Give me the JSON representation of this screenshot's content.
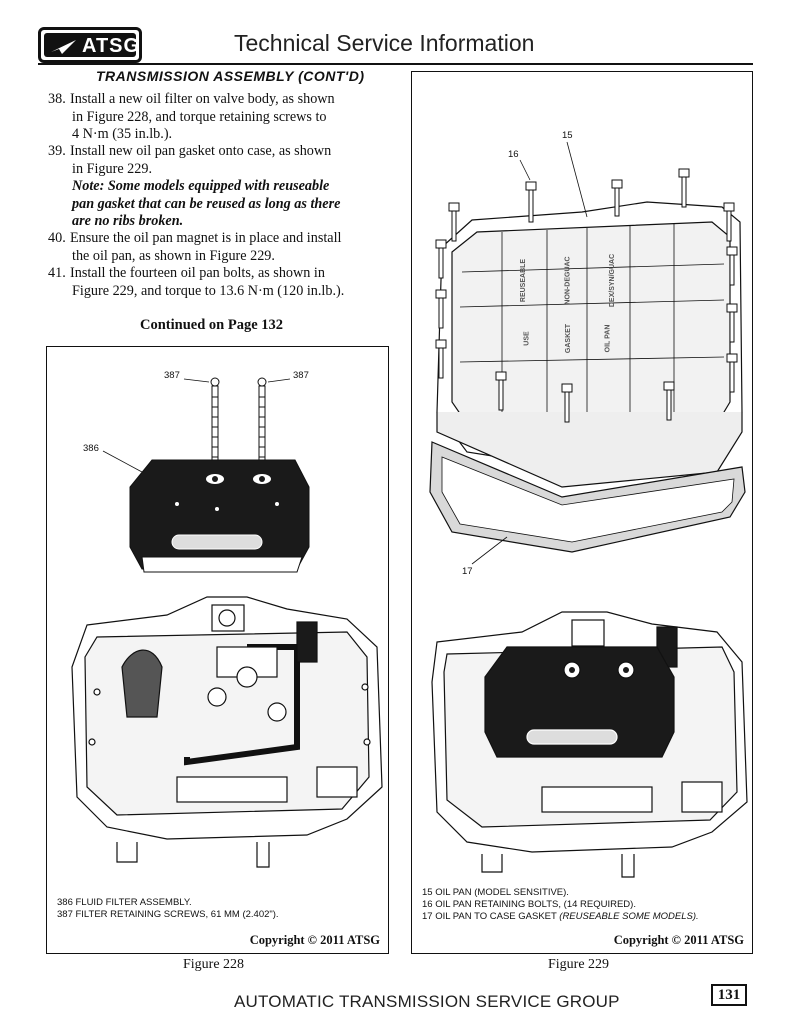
{
  "header": {
    "logo_text": "ATSG",
    "title": "Technical Service Information"
  },
  "section_title": "TRANSMISSION ASSEMBLY (CONT'D)",
  "steps": [
    {
      "num": "38.",
      "lines": [
        "Install a new oil filter on valve body, as shown",
        "in Figure 228, and torque retaining screws to",
        "4 N·m (35 in.lb.)."
      ]
    },
    {
      "num": "39.",
      "lines": [
        "Install new oil pan gasket onto case, as shown",
        "in Figure 229."
      ],
      "note_lines": [
        "Note: Some models equipped with reuseable",
        "pan gasket that can be reused as long as there",
        "are no ribs broken."
      ]
    },
    {
      "num": "40.",
      "lines": [
        "Ensure the oil pan magnet is in place and install",
        "the oil pan, as shown in Figure 229."
      ]
    },
    {
      "num": "41.",
      "lines": [
        "Install the fourteen oil pan bolts, as shown in",
        "Figure 229, and torque to 13.6 N·m (120 in.lb.)."
      ]
    }
  ],
  "continued": "Continued on Page 132",
  "figure_228": {
    "callouts": {
      "c387a": "387",
      "c387b": "387",
      "c386": "386"
    },
    "legend": [
      "386  FLUID FILTER ASSEMBLY.",
      "387  FILTER RETAINING SCREWS, 61 MM (2.402\")."
    ],
    "copyright": "Copyright © 2011 ATSG",
    "caption": "Figure 228"
  },
  "figure_229": {
    "callouts": {
      "c15": "15",
      "c16": "16",
      "c17": "17"
    },
    "pan_text": [
      "REUSEABLE",
      "NON-DEGUAC",
      "DEX/SYN/GUAC",
      "USE",
      "GASKET",
      "OIL PAN"
    ],
    "legend": [
      "15  OIL PAN  (MODEL SENSITIVE).",
      "16  OIL PAN RETAINING BOLTS,    (14 REQUIRED).",
      "17  OIL PAN TO CASE  GASKET"
    ],
    "legend_note": "(REUSEABLE SOME MODELS).",
    "copyright": "Copyright © 2011 ATSG",
    "caption": "Figure 229"
  },
  "footer": "AUTOMATIC TRANSMISSION SERVICE GROUP",
  "page_number": "131"
}
